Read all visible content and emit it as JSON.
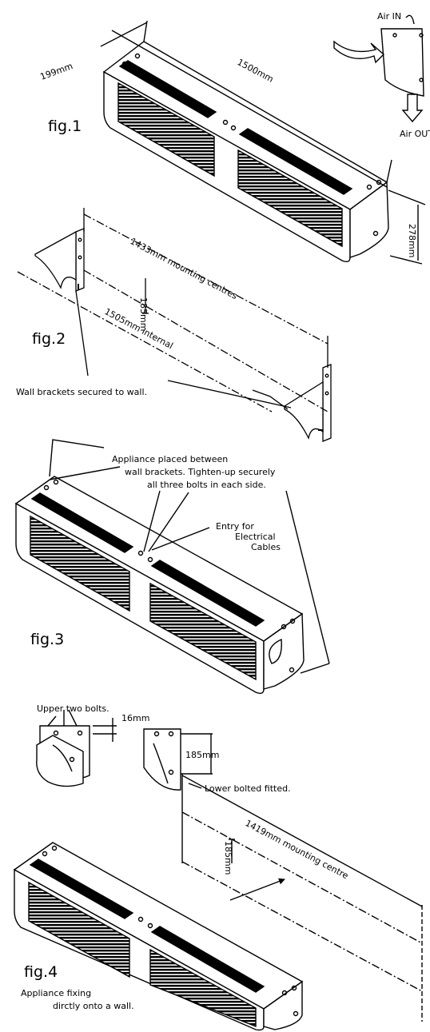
{
  "figures": {
    "fig1": {
      "caption": "fig.1",
      "dim_depth": "199mm",
      "dim_length": "1500mm",
      "dim_height": "278mm",
      "air_in": "Air IN",
      "air_out": "Air OUT"
    },
    "fig2": {
      "caption": "fig.2",
      "dim_mounting": "1433mm mounting centres",
      "dim_vertical": "185mm",
      "dim_internal": "1505mm internal",
      "note": "Wall brackets secured to wall."
    },
    "fig3": {
      "caption": "fig.3",
      "note_line1": "Appliance placed between",
      "note_line2": "wall brackets.  Tighten-up securely",
      "note_line3": "all three bolts in each side.",
      "entry_line1": "Entry for",
      "entry_line2": "Electrical",
      "entry_line3": "Cables",
      "upper_bolts": "Upper two bolts.",
      "dim_gap": "16mm",
      "dim_vertical": "185mm",
      "lower_bolt": "Lower bolted fitted."
    },
    "fig4": {
      "caption": "fig.4",
      "dim_mounting": "1419mm mounting centre",
      "dim_vertical": "185mm",
      "note_line1": "Appliance fixing",
      "note_line2": "dirctly onto a wall."
    }
  }
}
